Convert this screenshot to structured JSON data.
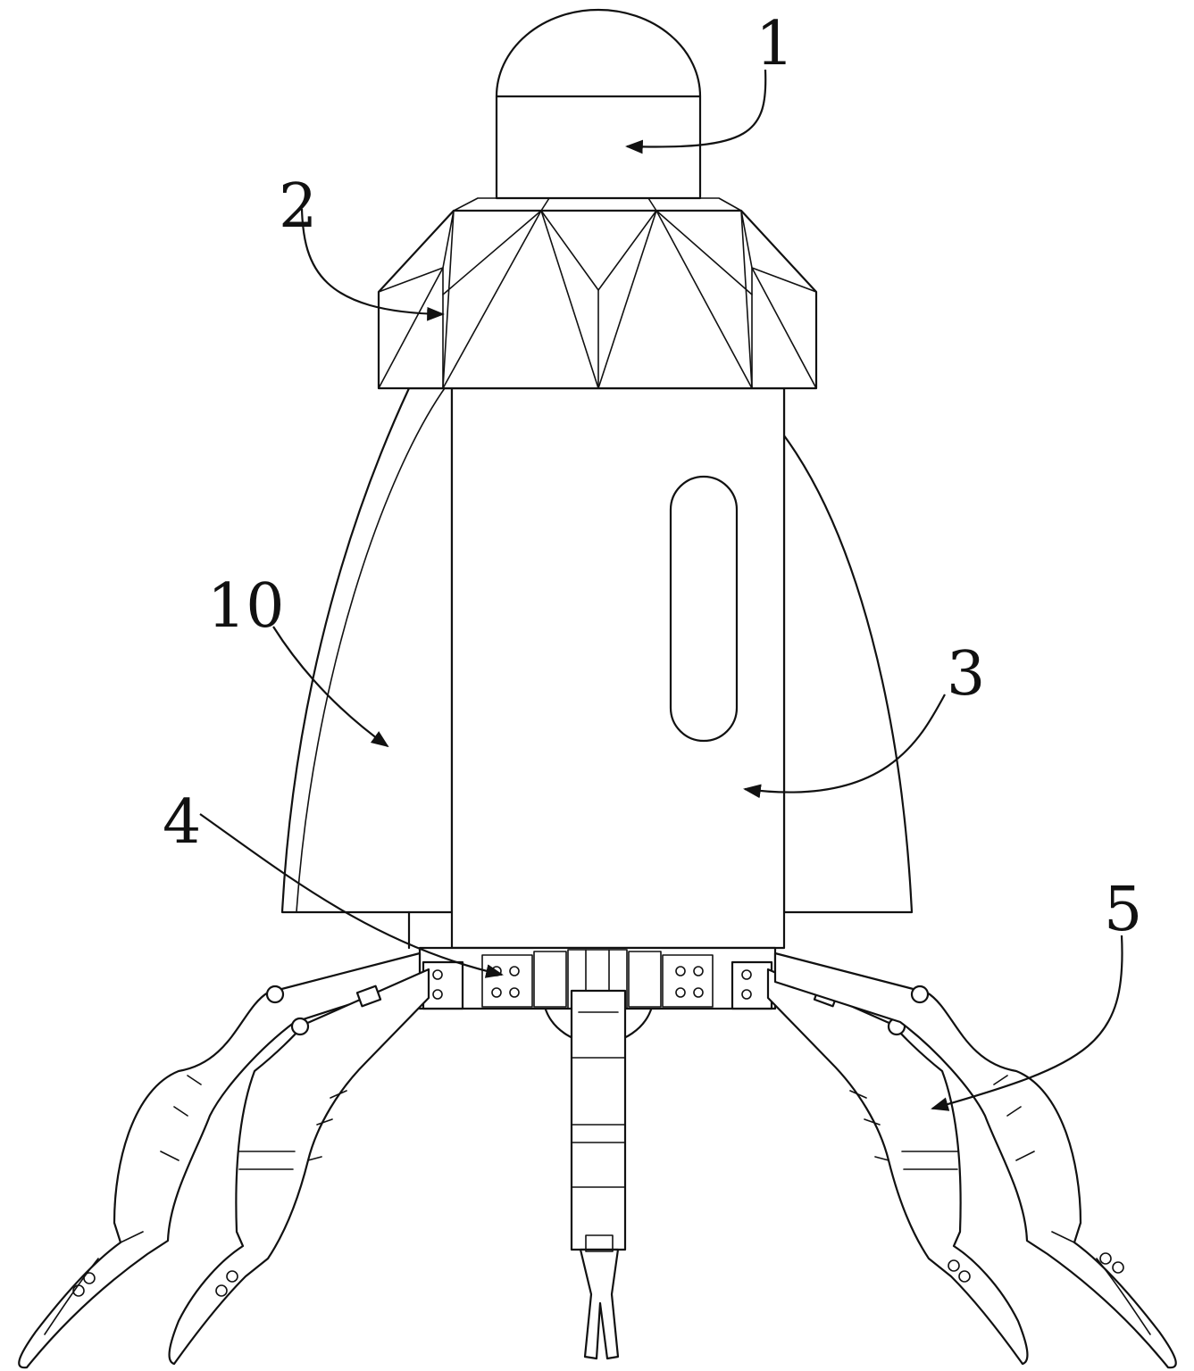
{
  "labels": [
    {
      "id": "1",
      "text": "1"
    },
    {
      "id": "2",
      "text": "2"
    },
    {
      "id": "3",
      "text": "3"
    },
    {
      "id": "4",
      "text": "4"
    },
    {
      "id": "5",
      "text": "5"
    },
    {
      "id": "10",
      "text": "10"
    }
  ]
}
